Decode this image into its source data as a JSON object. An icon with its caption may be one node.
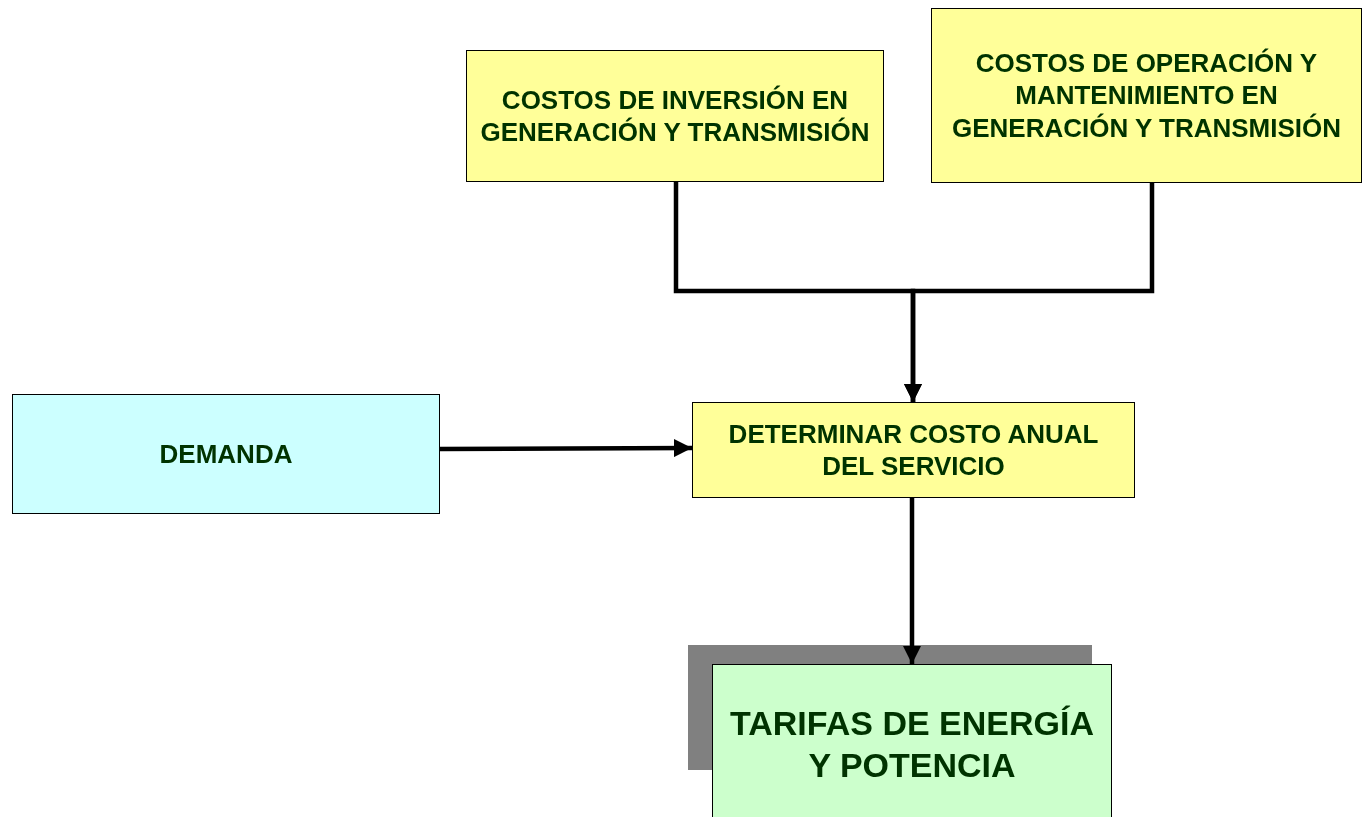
{
  "diagram": {
    "nodes": [
      {
        "text": [
          "COSTOS DE INVERSIÓN EN GENERACIÓN Y TRANSMISIÓN"
        ]
      },
      {
        "text": [
          "COSTOS DE OPERACIÓN Y MANTENIMIENTO EN GENERACIÓN Y TRANSMISIÓN"
        ]
      },
      {
        "text": [
          "DEMANDA"
        ]
      },
      {
        "text": [
          "DETERMINAR COSTO ANUAL DEL SERVICIO"
        ]
      },
      {
        "text": [
          "TARIFAS DE ENERGÍA Y POTENCIA"
        ]
      }
    ],
    "edges": [
      {
        "from": 0,
        "to": 3,
        "arrow": "to"
      },
      {
        "from": 1,
        "to": 3,
        "arrow": "to"
      },
      {
        "from": 2,
        "to": 3,
        "arrow": "to"
      },
      {
        "from": 3,
        "to": 4,
        "arrow": "to"
      }
    ]
  }
}
